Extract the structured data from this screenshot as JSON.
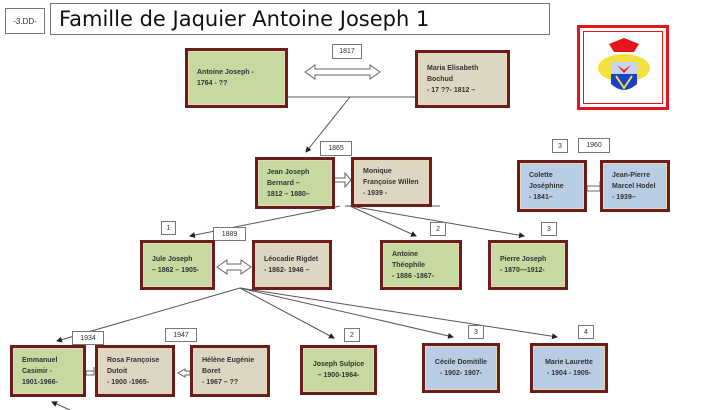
{
  "header": {
    "code": "-3.DD-",
    "title": "Famille de Jaquier  Antoine Joseph 1"
  },
  "labels": {
    "m1817": "1817",
    "m1865": "1865",
    "m1960": "1960",
    "m1889": "1889",
    "m1934": "1934",
    "m1947": "1947",
    "n1": "1",
    "n2a": "2",
    "n3a": "3",
    "n3b": "3",
    "n2b": "2",
    "n3c": "3",
    "n4": "4"
  },
  "people": {
    "antoine": [
      "Antoine Joseph          -",
      "1764 - ??"
    ],
    "maria": [
      "Maria Elisabeth",
      "Bochud",
      "- 17 ??- 1812 –"
    ],
    "jean": [
      "Jean Joseph",
      "Bernard          –",
      "1812 – 1880–"
    ],
    "monique": [
      "Monique",
      "Françoise Willen",
      "- 1939 -"
    ],
    "colette": [
      "Colette",
      "Joséphine",
      "- 1841–"
    ],
    "jeanpierre": [
      "Jean-Pierre",
      "Marcel Hodel",
      "- 1939–"
    ],
    "jule": [
      "Jule Joseph",
      "– 1862 – 1905-"
    ],
    "leocadie": [
      "Léocadie Rigdet",
      "- 1862- 1946 –"
    ],
    "antoineT": [
      "Antoine",
      "Théophile",
      "- 1886 -1867-"
    ],
    "pierre": [
      "Pierre Joseph",
      "- 1870—1912-"
    ],
    "emmanuel": [
      "Emmanuel",
      "Casimir   -",
      "1901-1966-"
    ],
    "rosa": [
      "Rosa Françoise",
      "Dutoit",
      "- 1900 -1965-"
    ],
    "helene": [
      "Hélène Eugénie",
      "Boret",
      "- 1967 – ??"
    ],
    "sulpice": [
      "Joseph Sulpice",
      "– 1900-1964-"
    ],
    "cecile": [
      "Cécile Domitille",
      "- 1902- 1907-"
    ],
    "marie": [
      "Marie Laurette",
      "- 1904 - 1905-"
    ]
  },
  "colors": {
    "frame": "#6b1c1c",
    "green": "#c6d9a0",
    "beige": "#ddd6c2",
    "blue": "#b9cde5",
    "crest": "#e8141b"
  }
}
